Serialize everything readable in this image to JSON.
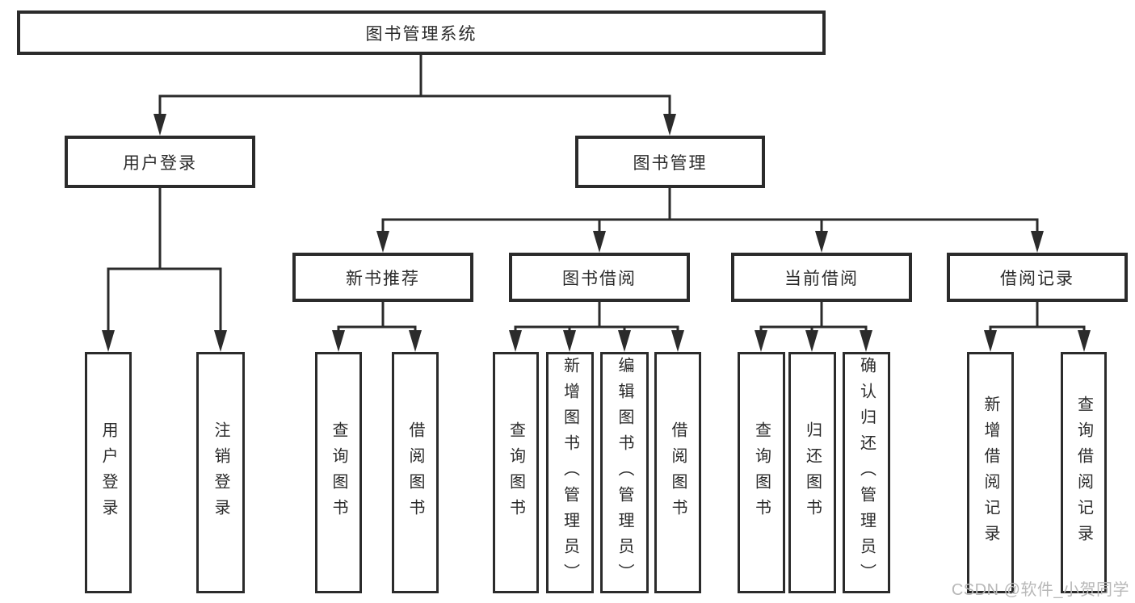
{
  "diagram_title": "图书管理系统",
  "nodes": {
    "root": {
      "label": "图书管理系统"
    },
    "user_login_branch": {
      "label": "用户登录"
    },
    "book_management": {
      "label": "图书管理"
    },
    "new_book_recommend": {
      "label": "新书推荐"
    },
    "book_borrowing": {
      "label": "图书借阅"
    },
    "current_borrowing": {
      "label": "当前借阅"
    },
    "borrow_records": {
      "label": "借阅记录"
    },
    "user_login_leaf": {
      "label": "用户登录"
    },
    "logout_leaf": {
      "label": "注销登录"
    },
    "nbr_query_books": {
      "label": "查询图书"
    },
    "nbr_borrow_books": {
      "label": "借阅图书"
    },
    "bb_query_books": {
      "label": "查询图书"
    },
    "bb_add_books": {
      "label": "新增图书（管理员）"
    },
    "bb_edit_books": {
      "label": "编辑图书（管理员）"
    },
    "bb_borrow_books": {
      "label": "借阅图书"
    },
    "cb_query_books": {
      "label": "查询图书"
    },
    "cb_return_books": {
      "label": "归还图书"
    },
    "cb_confirm_return": {
      "label": "确认归还（管理员）"
    },
    "br_add_record": {
      "label": "新增借阅记录"
    },
    "br_query_record": {
      "label": "查询借阅记录"
    }
  },
  "edges": [
    {
      "from": "root",
      "to": [
        "user_login_branch",
        "book_management"
      ]
    },
    {
      "from": "user_login_branch",
      "to": [
        "user_login_leaf",
        "logout_leaf"
      ]
    },
    {
      "from": "book_management",
      "to": [
        "new_book_recommend",
        "book_borrowing",
        "current_borrowing",
        "borrow_records"
      ]
    },
    {
      "from": "new_book_recommend",
      "to": [
        "nbr_query_books",
        "nbr_borrow_books"
      ]
    },
    {
      "from": "book_borrowing",
      "to": [
        "bb_query_books",
        "bb_add_books",
        "bb_edit_books",
        "bb_borrow_books"
      ]
    },
    {
      "from": "current_borrowing",
      "to": [
        "cb_query_books",
        "cb_return_books",
        "cb_confirm_return"
      ]
    },
    {
      "from": "borrow_records",
      "to": [
        "br_add_record",
        "br_query_record"
      ]
    }
  ],
  "watermark": {
    "text": "CSDN @软件_小贺同学"
  },
  "colors": {
    "line": "#2b2b2b",
    "box_border": "#2b2b2b",
    "text": "#2b2b2b",
    "watermark": "#b8b8b8",
    "background": "#ffffff"
  }
}
